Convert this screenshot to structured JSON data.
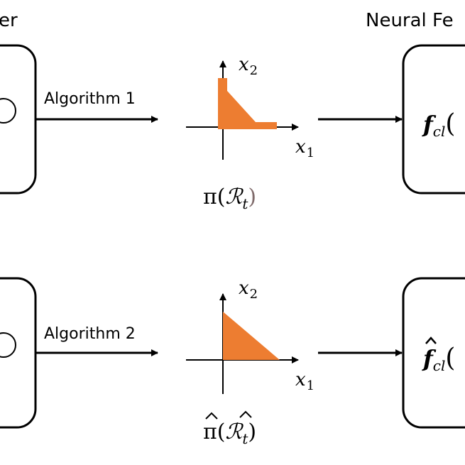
{
  "headers": {
    "left": "er",
    "right": "Neural Fe"
  },
  "rows": [
    {
      "algorithm_label": "Algorithm 1",
      "axis_x_label": "x",
      "axis_x_sub": "1",
      "axis_y_label": "x",
      "axis_y_sub": "2",
      "set_label_pi": "π(",
      "set_label_R": "ℛ",
      "set_label_sub": "t",
      "set_label_close": ")",
      "func_label": "f",
      "func_sub": "cl",
      "func_paren": "("
    },
    {
      "algorithm_label": "Algorithm 2",
      "axis_x_label": "x",
      "axis_x_sub": "1",
      "axis_y_label": "x",
      "axis_y_sub": "2",
      "set_label_pi": "π(",
      "set_label_R": "ℛ",
      "set_label_sub": "t",
      "set_label_close": ")",
      "func_label": "f",
      "func_sub": "cl",
      "func_paren": "("
    }
  ],
  "colors": {
    "region_fill": "#ED7D31",
    "stroke": "#000000",
    "set_paren": "#7F6A6A"
  }
}
